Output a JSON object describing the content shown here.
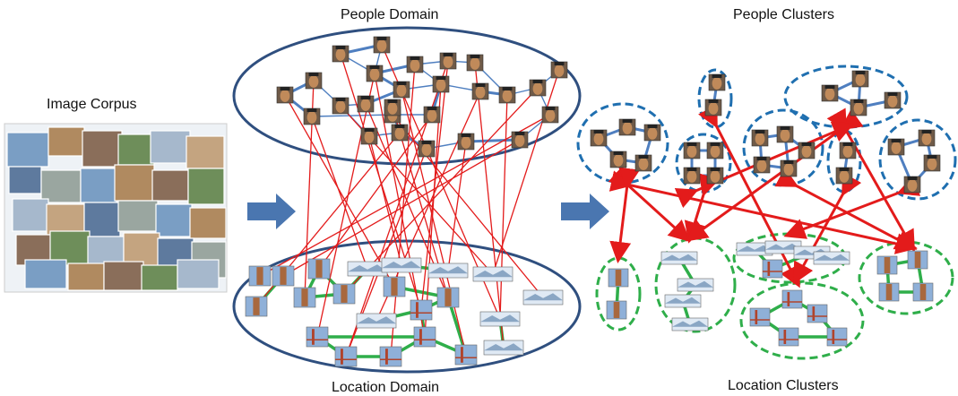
{
  "labels": {
    "corpus": "Image Corpus",
    "people_domain": "People Domain",
    "location_domain": "Location Domain",
    "people_clusters": "People Clusters",
    "location_clusters": "Location Clusters"
  },
  "colors": {
    "domain_ellipse": "#2f4f7f",
    "cluster_people": "#1f6fb0",
    "cluster_location": "#2fae4a",
    "people_edge": "#4f7fc0",
    "location_edge": "#2fae4a",
    "cross_edge": "#e31b1b",
    "arrow": "#4a76b0",
    "face_bg": "#c08a5a",
    "landmark_bg": "#8fb0d8"
  }
}
